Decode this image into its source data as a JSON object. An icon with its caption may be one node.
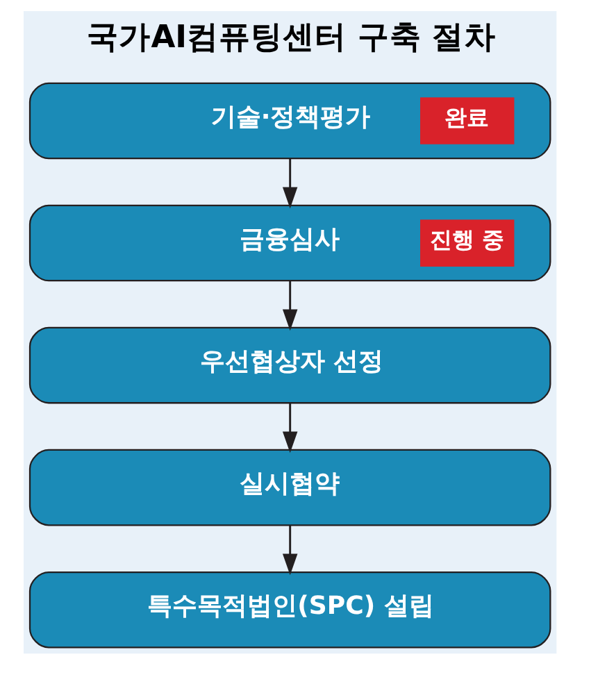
{
  "diagram": {
    "title": "국가AI컴퓨팅센터 구축 절차",
    "nodes": [
      {
        "text": [
          "기술·정책평가",
          "완료"
        ]
      },
      {
        "text": [
          "금융심사",
          "진행 중"
        ]
      },
      {
        "text": [
          "우선협상자 선정"
        ]
      },
      {
        "text": [
          "실시협약"
        ]
      },
      {
        "text": [
          "특수목적법인(SPC) 설립"
        ]
      }
    ],
    "edges": [
      {
        "from": 0,
        "to": 1,
        "arrow": "to"
      },
      {
        "from": 1,
        "to": 2,
        "arrow": "to"
      },
      {
        "from": 2,
        "to": 3,
        "arrow": "to"
      },
      {
        "from": 3,
        "to": 4,
        "arrow": "to"
      }
    ]
  }
}
